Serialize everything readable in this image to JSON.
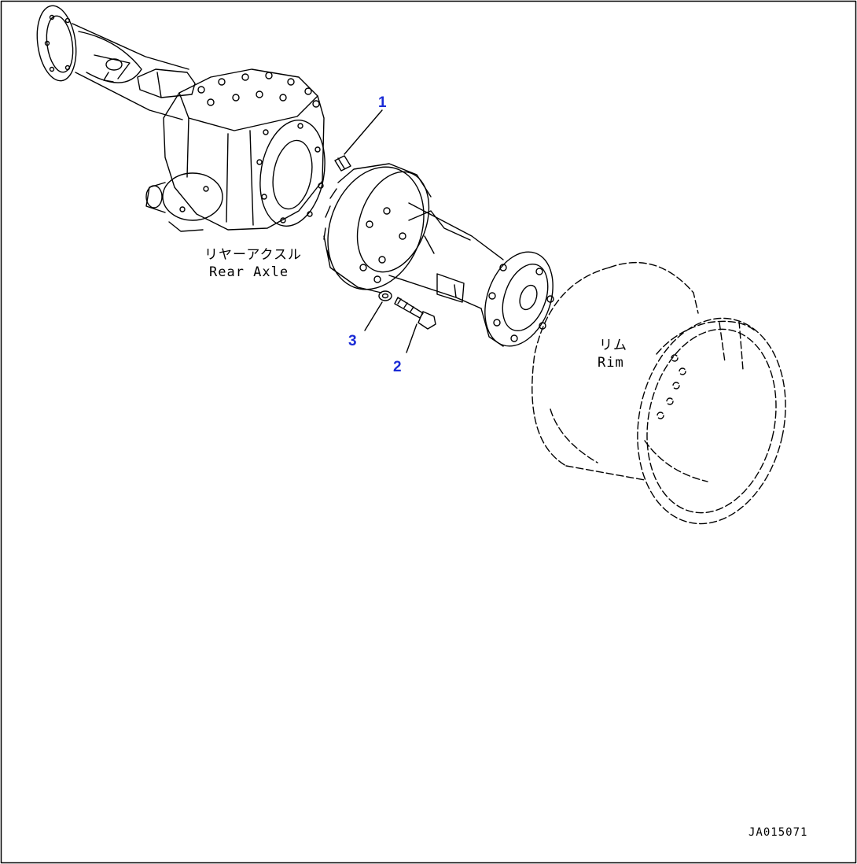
{
  "labels": {
    "rear_axle_jp": "リヤーアクスル",
    "rear_axle_en": "Rear Axle",
    "rim_jp": "リム",
    "rim_en": "Rim"
  },
  "callouts": [
    "1",
    "2",
    "3"
  ],
  "drawing_ref": "JA015071",
  "colors": {
    "line": "#000000",
    "callout": "#1a2bd6",
    "background": "#ffffff"
  }
}
